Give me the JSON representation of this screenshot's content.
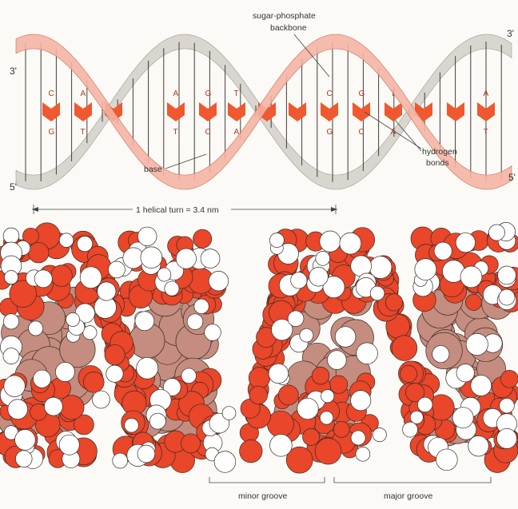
{
  "labels": {
    "backbone_line1": "sugar-phosphate",
    "backbone_line2": "backbone",
    "hbonds_line1": "hydrogen",
    "hbonds_line2": "bonds",
    "base": "base",
    "end_3_left": "3'",
    "end_5_left": "5'",
    "end_3_right": "3'",
    "end_5_right": "5'",
    "helical_turn": "1 helical turn = 3.4 nm",
    "minor_groove": "minor groove",
    "major_groove": "major groove"
  },
  "base_pairs": [
    {
      "top": "C",
      "bottom": "G"
    },
    {
      "top": "A",
      "bottom": "T"
    },
    {
      "top": "",
      "bottom": ""
    },
    {
      "top": "A",
      "bottom": "T"
    },
    {
      "top": "G",
      "bottom": "C"
    },
    {
      "top": "T",
      "bottom": "A"
    },
    {
      "top": "",
      "bottom": ""
    },
    {
      "top": "",
      "bottom": ""
    },
    {
      "top": "C",
      "bottom": "G"
    },
    {
      "top": "G",
      "bottom": "C"
    },
    {
      "top": "T",
      "bottom": "A"
    },
    {
      "top": "",
      "bottom": ""
    },
    {
      "top": "",
      "bottom": ""
    },
    {
      "top": "A",
      "bottom": "T"
    }
  ],
  "colors": {
    "backbone_front": "#f4b3a4",
    "backbone_back": "#d9d6cf",
    "base": "#f0582f",
    "atom_red": "#e9462a",
    "atom_white": "#ffffff",
    "atom_brown": "#c48d7f",
    "outline": "#3a2a24"
  }
}
